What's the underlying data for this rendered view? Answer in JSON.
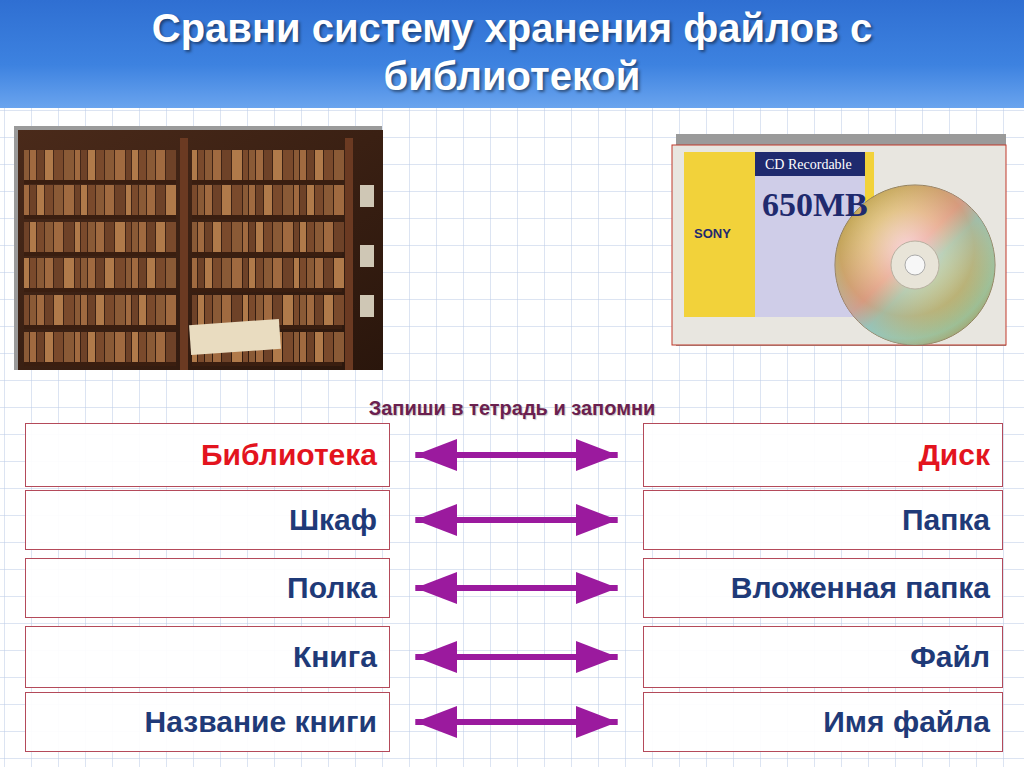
{
  "diagram": {
    "title": "Сравни систему хранения файлов с библиотекой",
    "nodes": [
      {
        "text": [
          "Библиотека"
        ]
      },
      {
        "text": [
          "Диск"
        ]
      },
      {
        "text": [
          "Шкаф"
        ]
      },
      {
        "text": [
          "Папка"
        ]
      },
      {
        "text": [
          "Полка"
        ]
      },
      {
        "text": [
          "Вложенная папка"
        ]
      },
      {
        "text": [
          "Книга"
        ]
      },
      {
        "text": [
          "Файл"
        ]
      },
      {
        "text": [
          "Название книги"
        ]
      },
      {
        "text": [
          "Имя файла"
        ]
      }
    ],
    "edges": [
      {
        "from": 0,
        "to": 1,
        "arrow": "both"
      },
      {
        "from": 2,
        "to": 3,
        "arrow": "both"
      },
      {
        "from": 4,
        "to": 5,
        "arrow": "both"
      },
      {
        "from": 6,
        "to": 7,
        "arrow": "both"
      },
      {
        "from": 8,
        "to": 9,
        "arrow": "both"
      }
    ],
    "labels": [
      "CD Recordable",
      "650MB",
      "SONY",
      "Запиши в тетрадь и запомни"
    ]
  }
}
